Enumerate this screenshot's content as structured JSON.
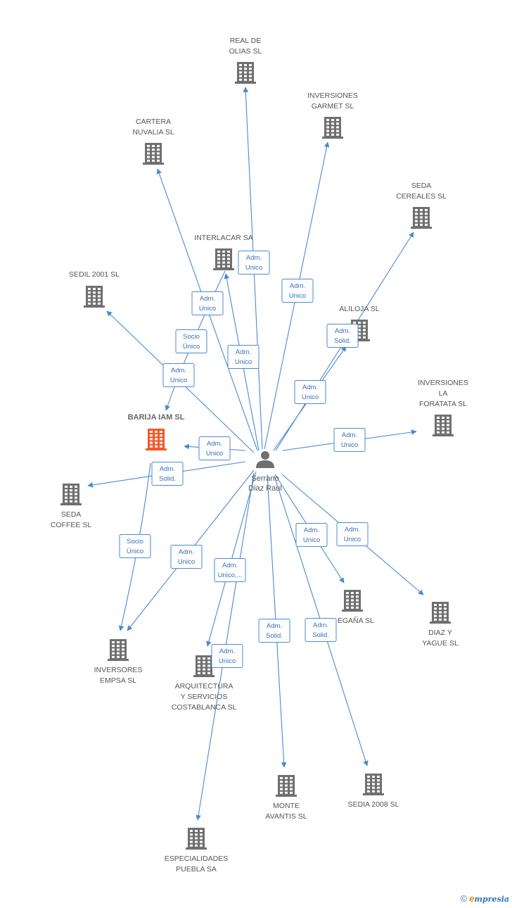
{
  "colors": {
    "edge": "#4a8ad4",
    "building": "#6f6f6f",
    "focus_building": "#f05a28",
    "label": "#555555",
    "badge_border": "#4a8ad4",
    "badge_text": "#3a6fb0"
  },
  "center": {
    "name": [
      "Serrano",
      "Diaz Raul"
    ]
  },
  "nodes": [
    {
      "id": "real",
      "label": [
        "REAL DE",
        "OLIAS SL"
      ]
    },
    {
      "id": "garmet",
      "label": [
        "INVERSIONES",
        "GARMET  SL"
      ]
    },
    {
      "id": "cartera",
      "label": [
        "CARTERA",
        "NUVALIA SL"
      ]
    },
    {
      "id": "cereales",
      "label": [
        "SEDA",
        "CEREALES SL"
      ]
    },
    {
      "id": "interlacar",
      "label": [
        "INTERLACAR SA"
      ]
    },
    {
      "id": "sedil",
      "label": [
        "SEDIL 2001 SL"
      ]
    },
    {
      "id": "aliloja",
      "label": [
        "ALILOJA SL"
      ]
    },
    {
      "id": "foratata",
      "label": [
        "INVERSIONES",
        "LA",
        "FORATATA SL"
      ]
    },
    {
      "id": "barija",
      "label": [
        "BARIJA IAM SL"
      ],
      "focus": true
    },
    {
      "id": "coffee",
      "label": [
        "SEDA",
        "COFFEE SL"
      ]
    },
    {
      "id": "egana",
      "label": [
        "Y EGAÑA SL"
      ]
    },
    {
      "id": "diaz",
      "label": [
        "DIAZ Y",
        "YAGUE  SL"
      ]
    },
    {
      "id": "empsa",
      "label": [
        "INVERSORES",
        "EMPSA SL"
      ]
    },
    {
      "id": "arquitectura",
      "label": [
        "ARQUITECTURA",
        "Y SERVICIOS",
        "COSTABLANCA SL"
      ]
    },
    {
      "id": "monte",
      "label": [
        "MONTE",
        "AVANTIS SL"
      ]
    },
    {
      "id": "sedia",
      "label": [
        "SEDIA 2008 SL"
      ]
    },
    {
      "id": "especialidades",
      "label": [
        "ESPECIALIDADES",
        "PUEBLA SA"
      ]
    }
  ],
  "edges": [
    {
      "id": "e-real",
      "to": "real",
      "role": [
        "Adm.",
        "Unico"
      ]
    },
    {
      "id": "e-garmet",
      "to": "garmet",
      "role": [
        "Adm.",
        "Unico"
      ]
    },
    {
      "id": "e-cartera",
      "to": "cartera",
      "role": [
        "Adm.",
        "Unico"
      ]
    },
    {
      "id": "e-interlacar",
      "to": "interlacar",
      "role": [
        "Adm.",
        "Unico"
      ]
    },
    {
      "id": "e-cereales",
      "to": "cereales",
      "role": [
        "Adm.",
        "Solid."
      ]
    },
    {
      "id": "e-aliloja",
      "to": "aliloja",
      "role": [
        "Adm.",
        "Unico"
      ]
    },
    {
      "id": "e-sedil",
      "to": "sedil",
      "role": [
        "Adm.",
        "Unico"
      ]
    },
    {
      "id": "e-barija-socio",
      "to": "barija",
      "role": [
        "Socio",
        "Único"
      ]
    },
    {
      "id": "e-barija-adm",
      "to": "barija",
      "role": [
        "Adm.",
        "Unico"
      ]
    },
    {
      "id": "e-foratata",
      "to": "foratata",
      "role": [
        "Adm.",
        "Unico"
      ]
    },
    {
      "id": "e-coffee",
      "to": "coffee",
      "role": [
        "Adm.",
        "Solid."
      ]
    },
    {
      "id": "e-empsa-socio",
      "to": "empsa",
      "role": [
        "Socio",
        "Único"
      ]
    },
    {
      "id": "e-empsa-adm",
      "to": "empsa",
      "role": [
        "Adm.",
        "Unico"
      ]
    },
    {
      "id": "e-arquitectura",
      "to": "arquitectura",
      "role": [
        "Adm.",
        "Unico,..."
      ]
    },
    {
      "id": "e-especialidades",
      "to": "especialidades",
      "role": [
        "Adm.",
        "Unico"
      ]
    },
    {
      "id": "e-egana",
      "to": "egana",
      "role": [
        "Adm.",
        "Unico"
      ]
    },
    {
      "id": "e-diaz",
      "to": "diaz",
      "role": [
        "Adm.",
        "Unico"
      ]
    },
    {
      "id": "e-monte",
      "to": "monte",
      "role": [
        "Adm.",
        "Solid."
      ]
    },
    {
      "id": "e-sedia",
      "to": "sedia",
      "role": [
        "Adm.",
        "Solid."
      ]
    }
  ],
  "footer": {
    "copyright": "©",
    "brand_initial": "e",
    "brand_rest": "mpresia"
  }
}
